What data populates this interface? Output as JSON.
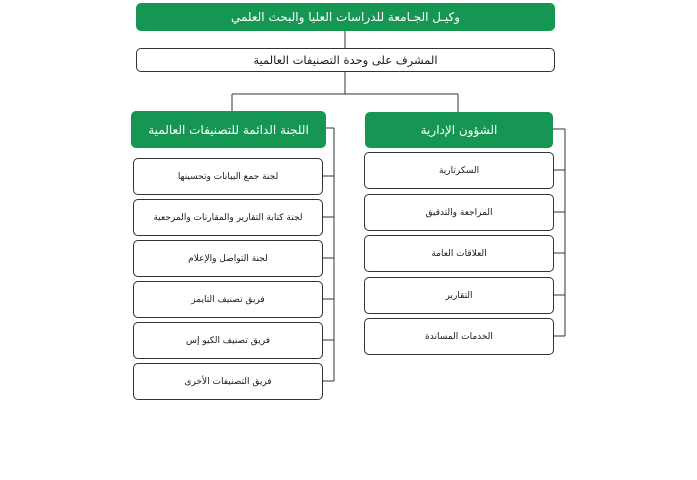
{
  "chart": {
    "top": "وكيـل الجـامعة للدراسات العليا والبحث العلمي",
    "supervisor": "المشرف على وحدة التصنيفات العالمية",
    "left_branch": {
      "title": "اللجنة الدائمة للتصنيفات العالمية",
      "items": [
        "لجنة جمع البيانات وتحسينها",
        "لجنة كتابة التقارير والمقارنات والمرجعية",
        "لجنة التواصل والإعلام",
        "فريق تصنيف التايمز",
        "فريق تصنيف الكيو إس",
        "فريق التصنيفات الأخرى"
      ]
    },
    "right_branch": {
      "title": "الشؤون الإدارية",
      "items": [
        "السكرتارية",
        "المراجعة والتدقيق",
        "العلاقات العامة",
        "التقارير",
        "الخدمات المساندة"
      ]
    }
  },
  "colors": {
    "header_green": "#169653",
    "line": "#333333"
  }
}
